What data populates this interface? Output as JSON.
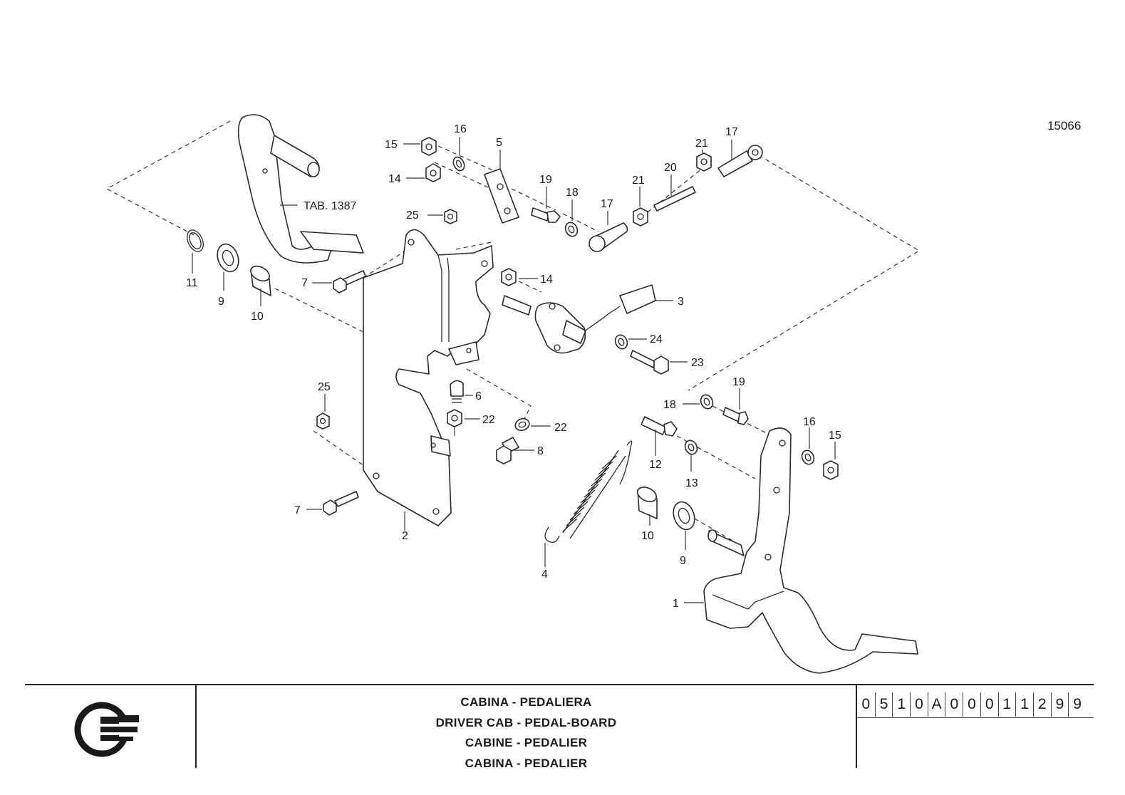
{
  "reference_number": "15066",
  "cross_reference": "TAB. 1387",
  "callouts": {
    "c1": "1",
    "c2": "2",
    "c3": "3",
    "c4": "4",
    "c5": "5",
    "c6": "6",
    "c7a": "7",
    "c7b": "7",
    "c8": "8",
    "c9a": "9",
    "c9b": "9",
    "c10a": "10",
    "c10b": "10",
    "c11": "11",
    "c12": "12",
    "c13": "13",
    "c14a": "14",
    "c14b": "14",
    "c15a": "15",
    "c15b": "15",
    "c16a": "16",
    "c16b": "16",
    "c17a": "17",
    "c17b": "17",
    "c18a": "18",
    "c18b": "18",
    "c19a": "19",
    "c19b": "19",
    "c20": "20",
    "c21a": "21",
    "c21b": "21",
    "c22a": "22",
    "c22b": "22",
    "c23": "23",
    "c24": "24",
    "c25a": "25",
    "c25b": "25"
  },
  "title_block": {
    "titles": [
      "CABINA - PEDALIERA",
      "DRIVER CAB - PEDAL-BOARD",
      "CABINE - PEDALIER",
      "CABINA - PEDALIER"
    ],
    "code_characters": [
      "0",
      "5",
      "1",
      "0",
      "A",
      "0",
      "0",
      "0",
      "1",
      "1",
      "2",
      "9",
      "9"
    ],
    "logo": "manufacturer-logo"
  }
}
